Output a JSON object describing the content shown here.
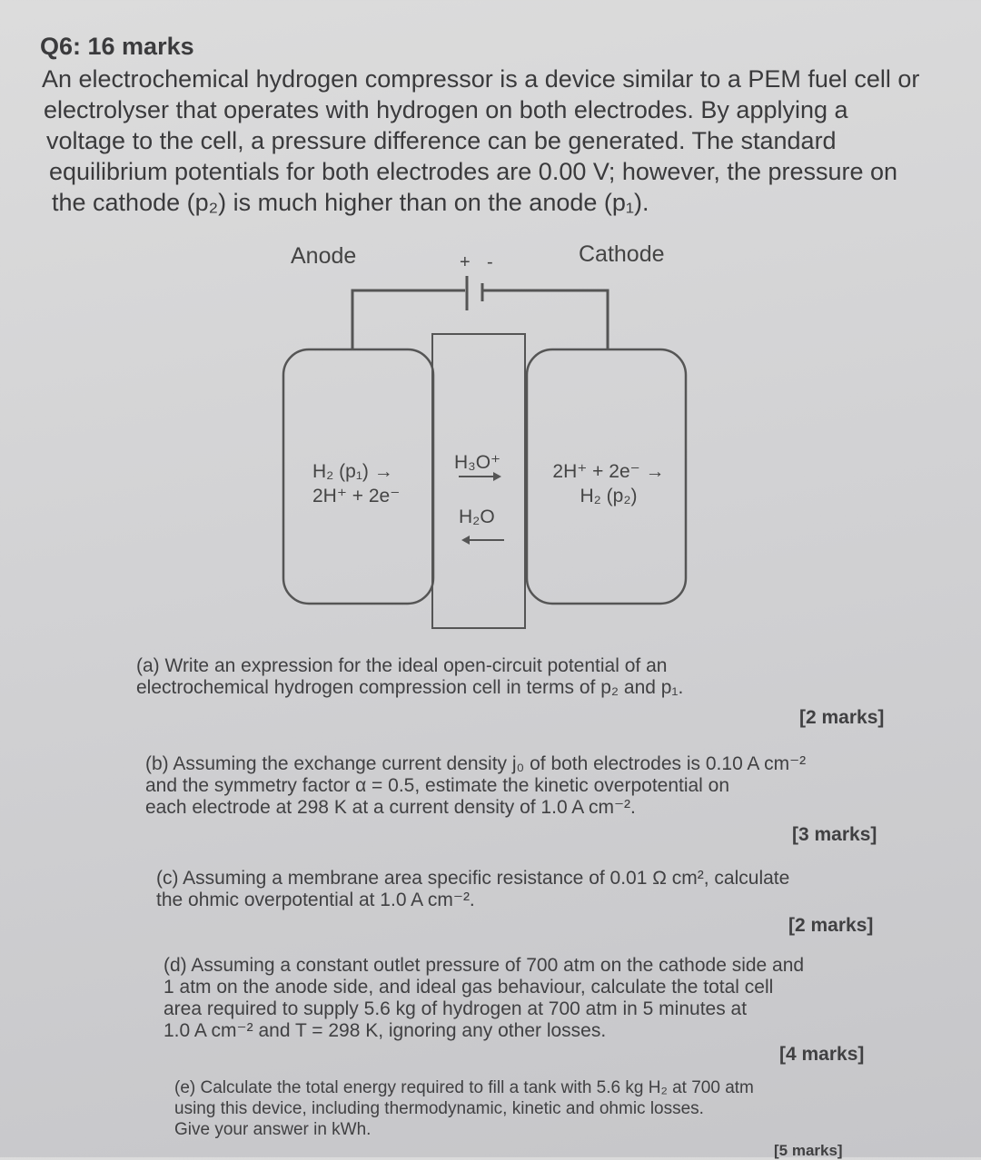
{
  "question": {
    "title": "Q6: 16 marks",
    "intro_lines": [
      "An electrochemical hydrogen compressor is a device similar to a PEM fuel cell or",
      "electrolyser that operates with hydrogen on both electrodes. By applying a",
      "voltage to the cell, a pressure difference can be generated. The standard",
      "equilibrium potentials for both electrodes are 0.00 V; however, the pressure on",
      "the cathode (p₂) is much higher than on the anode (p₁)."
    ]
  },
  "diagram": {
    "anode_label": "Anode",
    "cathode_label": "Cathode",
    "plus_sign": "+",
    "minus_sign": "-",
    "anode_reaction_line1": "H₂ (p₁) →",
    "anode_reaction_line2": "2H⁺ + 2e⁻",
    "membrane_top": "H₃O⁺",
    "membrane_bottom": "H₂O",
    "cathode_reaction_line1": "2H⁺ + 2e⁻ →",
    "cathode_reaction_line2": "H₂ (p₂)"
  },
  "parts": [
    {
      "lines": [
        "(a) Write an expression for the ideal open-circuit potential of an",
        "     electrochemical hydrogen compression cell in terms of p₂ and p₁."
      ],
      "marks": "[2 marks]"
    },
    {
      "lines": [
        "(b) Assuming the exchange current density j₀ of both electrodes is 0.10 A cm⁻²",
        "     and the symmetry factor α = 0.5, estimate the kinetic overpotential on",
        "     each electrode at 298 K at a current density of 1.0 A cm⁻²."
      ],
      "marks": "[3 marks]"
    },
    {
      "lines": [
        "(c) Assuming a membrane area specific resistance of 0.01 Ω cm², calculate",
        "     the ohmic overpotential at 1.0 A cm⁻²."
      ],
      "marks": "[2 marks]"
    },
    {
      "lines": [
        "(d) Assuming a constant outlet pressure of 700 atm on the cathode side and",
        "     1 atm on the anode side, and ideal gas behaviour, calculate the total cell",
        "     area required to supply 5.6 kg of hydrogen at 700 atm in 5 minutes at",
        "     1.0 A cm⁻² and T = 298 K, ignoring any other losses."
      ],
      "marks": "[4 marks]"
    },
    {
      "lines": [
        "(e) Calculate the total energy required to fill a tank with 5.6 kg H₂ at 700 atm",
        "     using this device, including thermodynamic, kinetic and ohmic losses.",
        "     Give your answer in kWh."
      ],
      "marks": "[5 marks]"
    }
  ]
}
